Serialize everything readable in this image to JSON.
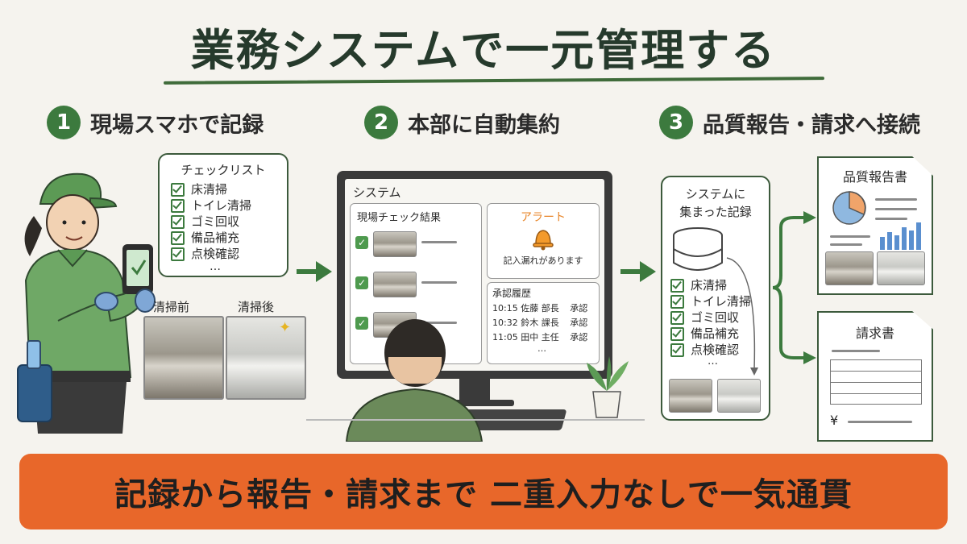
{
  "title": "業務システムで一元管理する",
  "steps": [
    {
      "num": "1",
      "label": "現場スマホで記録"
    },
    {
      "num": "2",
      "label": "本部に自動集約"
    },
    {
      "num": "3",
      "label": "品質報告・請求へ接続"
    }
  ],
  "checklist": {
    "title": "チェックリスト",
    "items": [
      "床清掃",
      "トイレ清掃",
      "ゴミ回収",
      "備品補充",
      "点検確認"
    ],
    "more": "…"
  },
  "photos": {
    "before": "清掃前",
    "after": "清掃後"
  },
  "system": {
    "title": "システム",
    "results_title": "現場チェック結果",
    "alert_title": "アラート",
    "alert_message": "記入漏れがあります",
    "history_title": "承認履歴",
    "history": [
      {
        "time": "10:15",
        "name": "佐藤 部長",
        "status": "承認"
      },
      {
        "time": "10:32",
        "name": "鈴木 課長",
        "status": "承認"
      },
      {
        "time": "11:05",
        "name": "田中 主任",
        "status": "承認"
      }
    ],
    "history_more": "…"
  },
  "records": {
    "title_line1": "システムに",
    "title_line2": "集まった記録",
    "items": [
      "床清掃",
      "トイレ清掃",
      "ゴミ回収",
      "備品補充",
      "点検確認"
    ],
    "more": "…"
  },
  "quality_report": {
    "title": "品質報告書"
  },
  "invoice": {
    "title": "請求書",
    "currency": "¥"
  },
  "footer": "記録から報告・請求まで 二重入力なしで一気通貫",
  "colors": {
    "accent_green": "#3c7a3e",
    "banner_orange": "#e8672a",
    "alert_orange": "#e8862a"
  }
}
